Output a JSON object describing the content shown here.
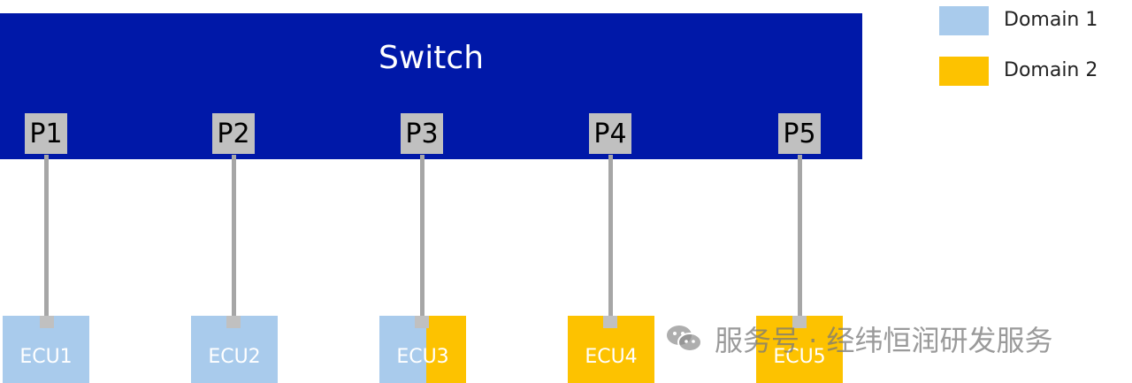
{
  "switch": {
    "label": "Switch"
  },
  "ports": [
    {
      "label": "P1"
    },
    {
      "label": "P2"
    },
    {
      "label": "P3"
    },
    {
      "label": "P4"
    },
    {
      "label": "P5"
    }
  ],
  "ecus": [
    {
      "label": "ECU1",
      "domain": "Domain 1"
    },
    {
      "label": "ECU2",
      "domain": "Domain 1"
    },
    {
      "label": "ECU3",
      "domain": "Domain 1 + Domain 2"
    },
    {
      "label": "ECU4",
      "domain": "Domain 2"
    },
    {
      "label": "ECU5",
      "domain": "Domain 2"
    }
  ],
  "legend": [
    {
      "label": "Domain 1",
      "color": "#a9cbec"
    },
    {
      "label": "Domain 2",
      "color": "#fdc200"
    }
  ],
  "colors": {
    "switch": "#0018a8",
    "port": "#c0c0c0",
    "wire": "#a6a6a6"
  },
  "watermark": {
    "text": "服务号 · 经纬恒润研发服务",
    "icon": "wechat-icon"
  }
}
